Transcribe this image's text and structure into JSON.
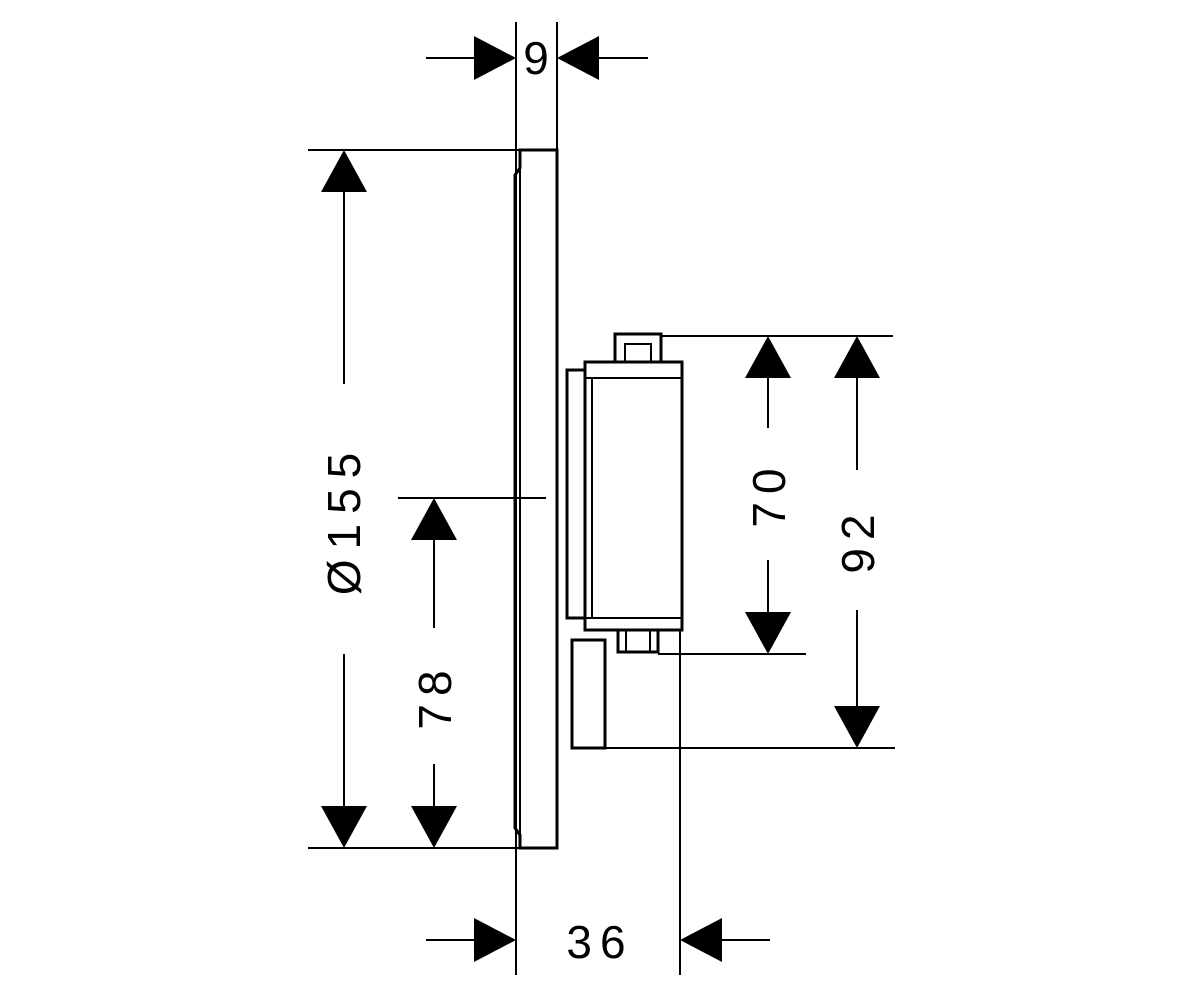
{
  "drawing": {
    "dimensions": {
      "top_width": "9",
      "bottom_width": "36",
      "plate_diameter": "Ø155",
      "lower_height": "78",
      "body_height": "70",
      "overall_body_height": "92"
    },
    "line_color": "#000000",
    "background_color": "#ffffff"
  }
}
